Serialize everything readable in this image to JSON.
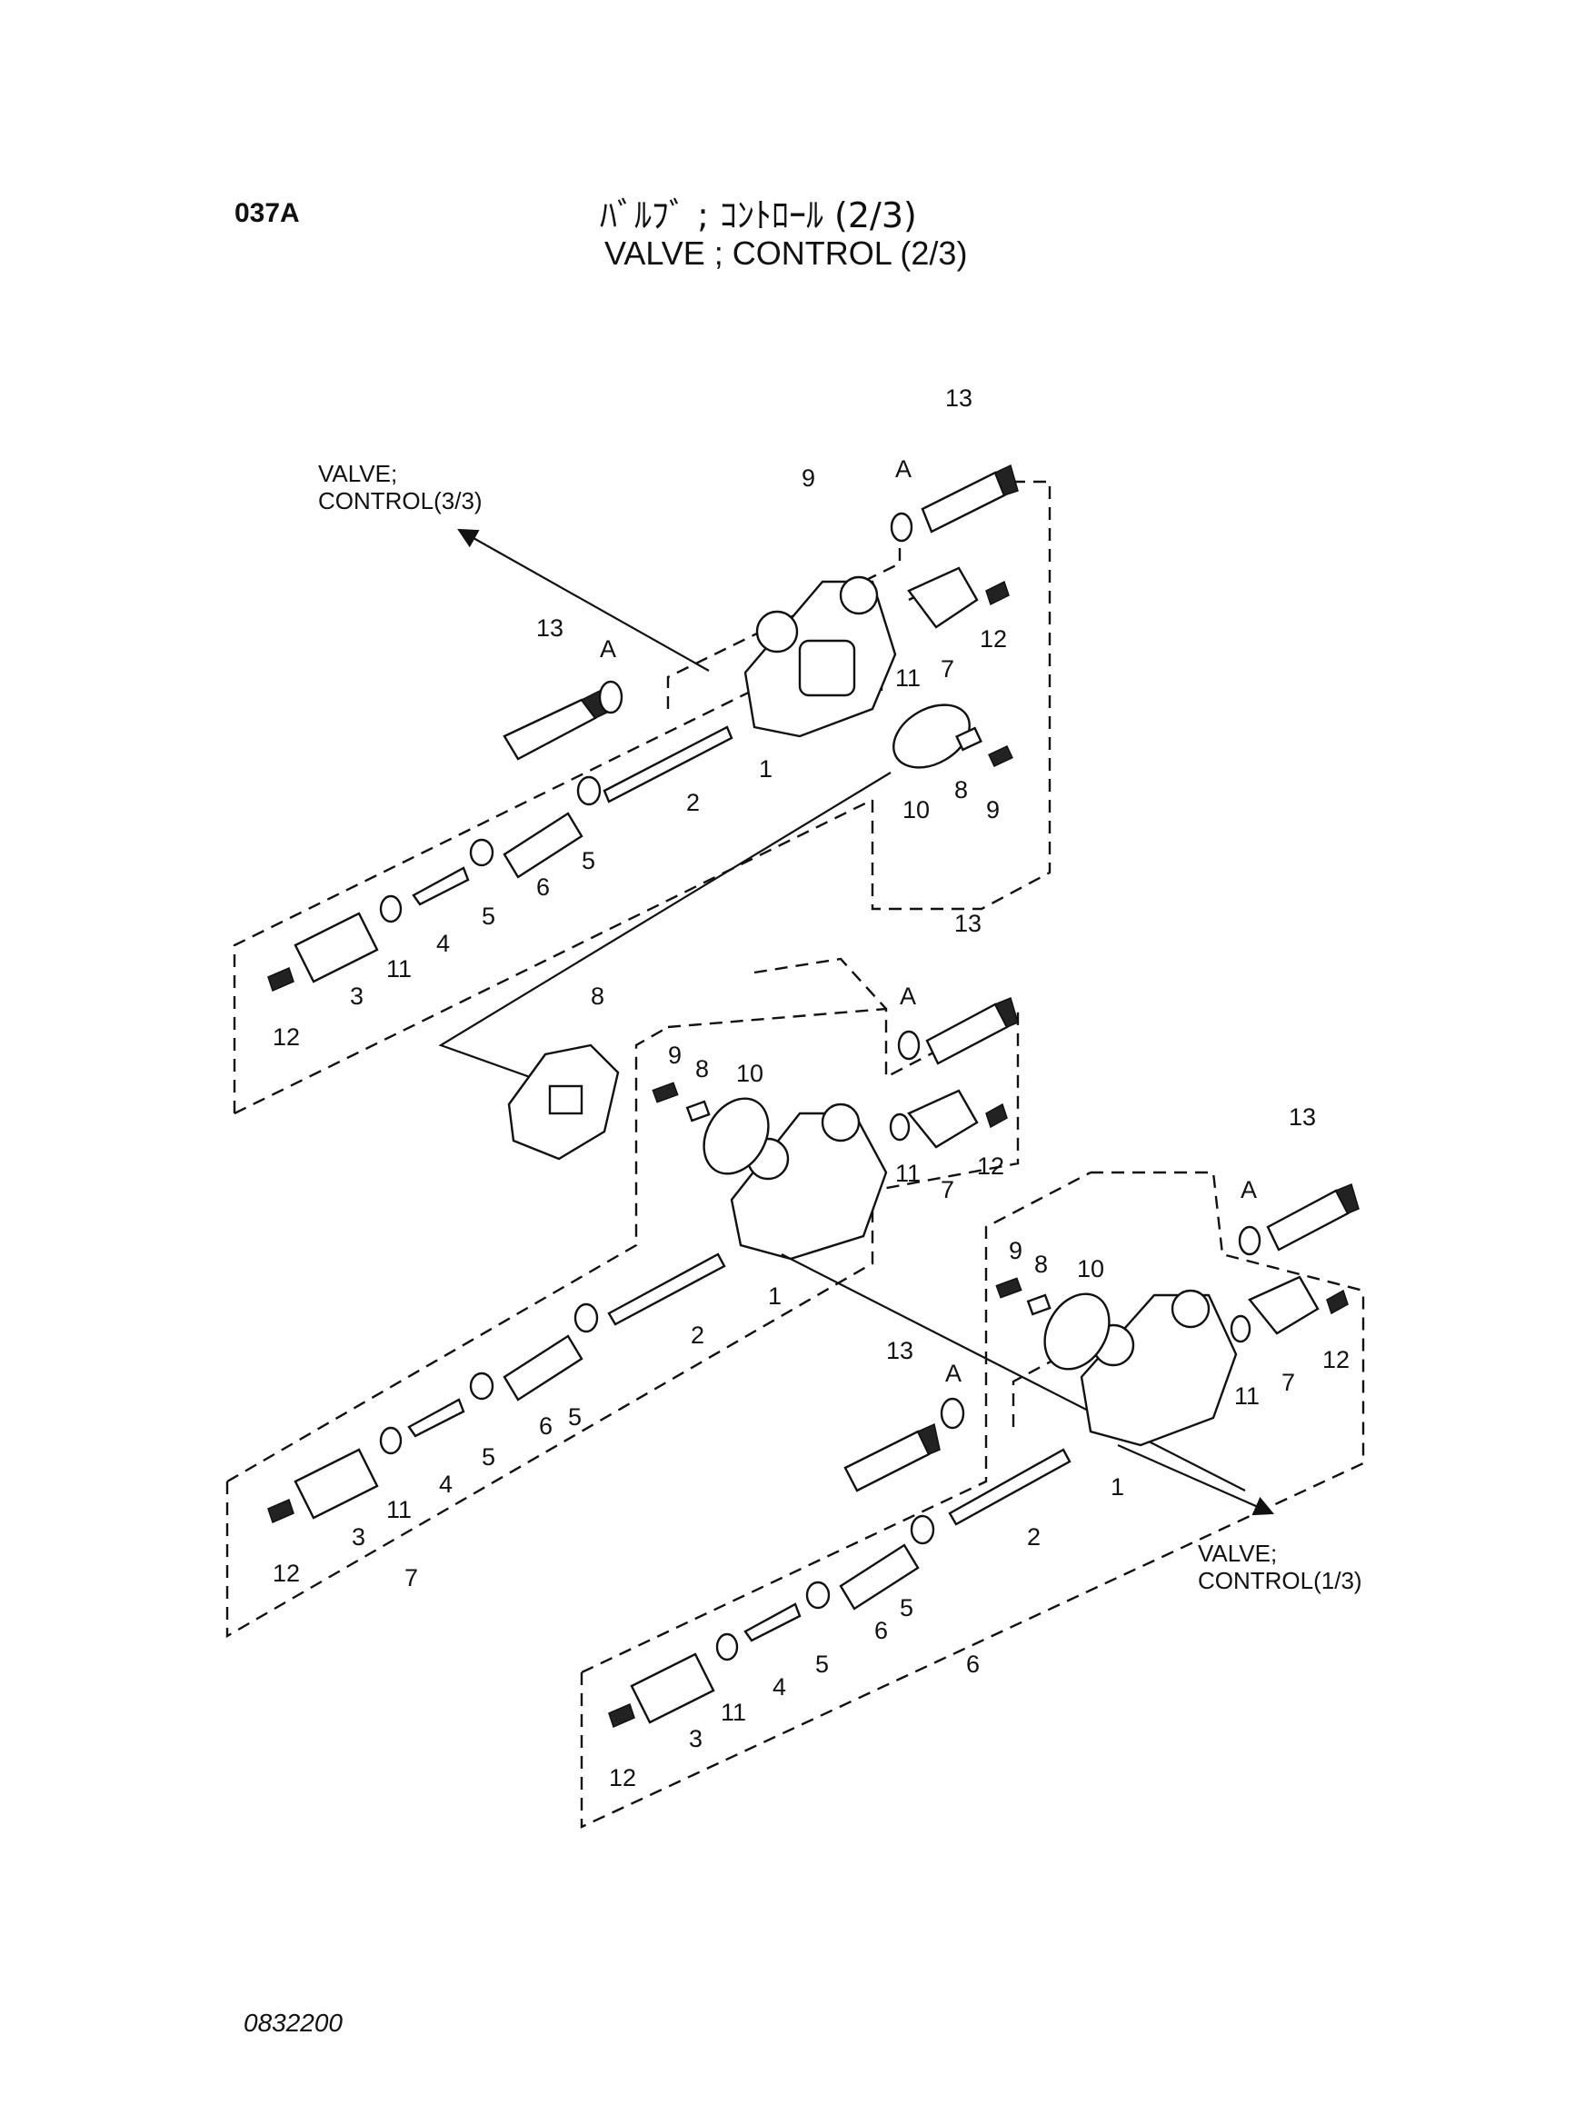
{
  "header": {
    "page_code": "037A",
    "title_jp": "ﾊﾞﾙﾌﾞ ; ｺﾝﾄﾛｰﾙ (2/3)",
    "title_en": "VALVE ; CONTROL (2/3)"
  },
  "references": {
    "top_line1": "VALVE;",
    "top_line2": "CONTROL(3/3)",
    "bottom_line1": "VALVE;",
    "bottom_line2": "CONTROL(1/3)"
  },
  "labels": {
    "p1": "1",
    "p2": "2",
    "p3": "3",
    "p4": "4",
    "p5": "5",
    "p6": "6",
    "p7": "7",
    "p8": "8",
    "p9": "9",
    "p10": "10",
    "p11": "11",
    "p12": "12",
    "p13": "13",
    "A": "A"
  },
  "footer": {
    "doc_number": "0832200"
  }
}
